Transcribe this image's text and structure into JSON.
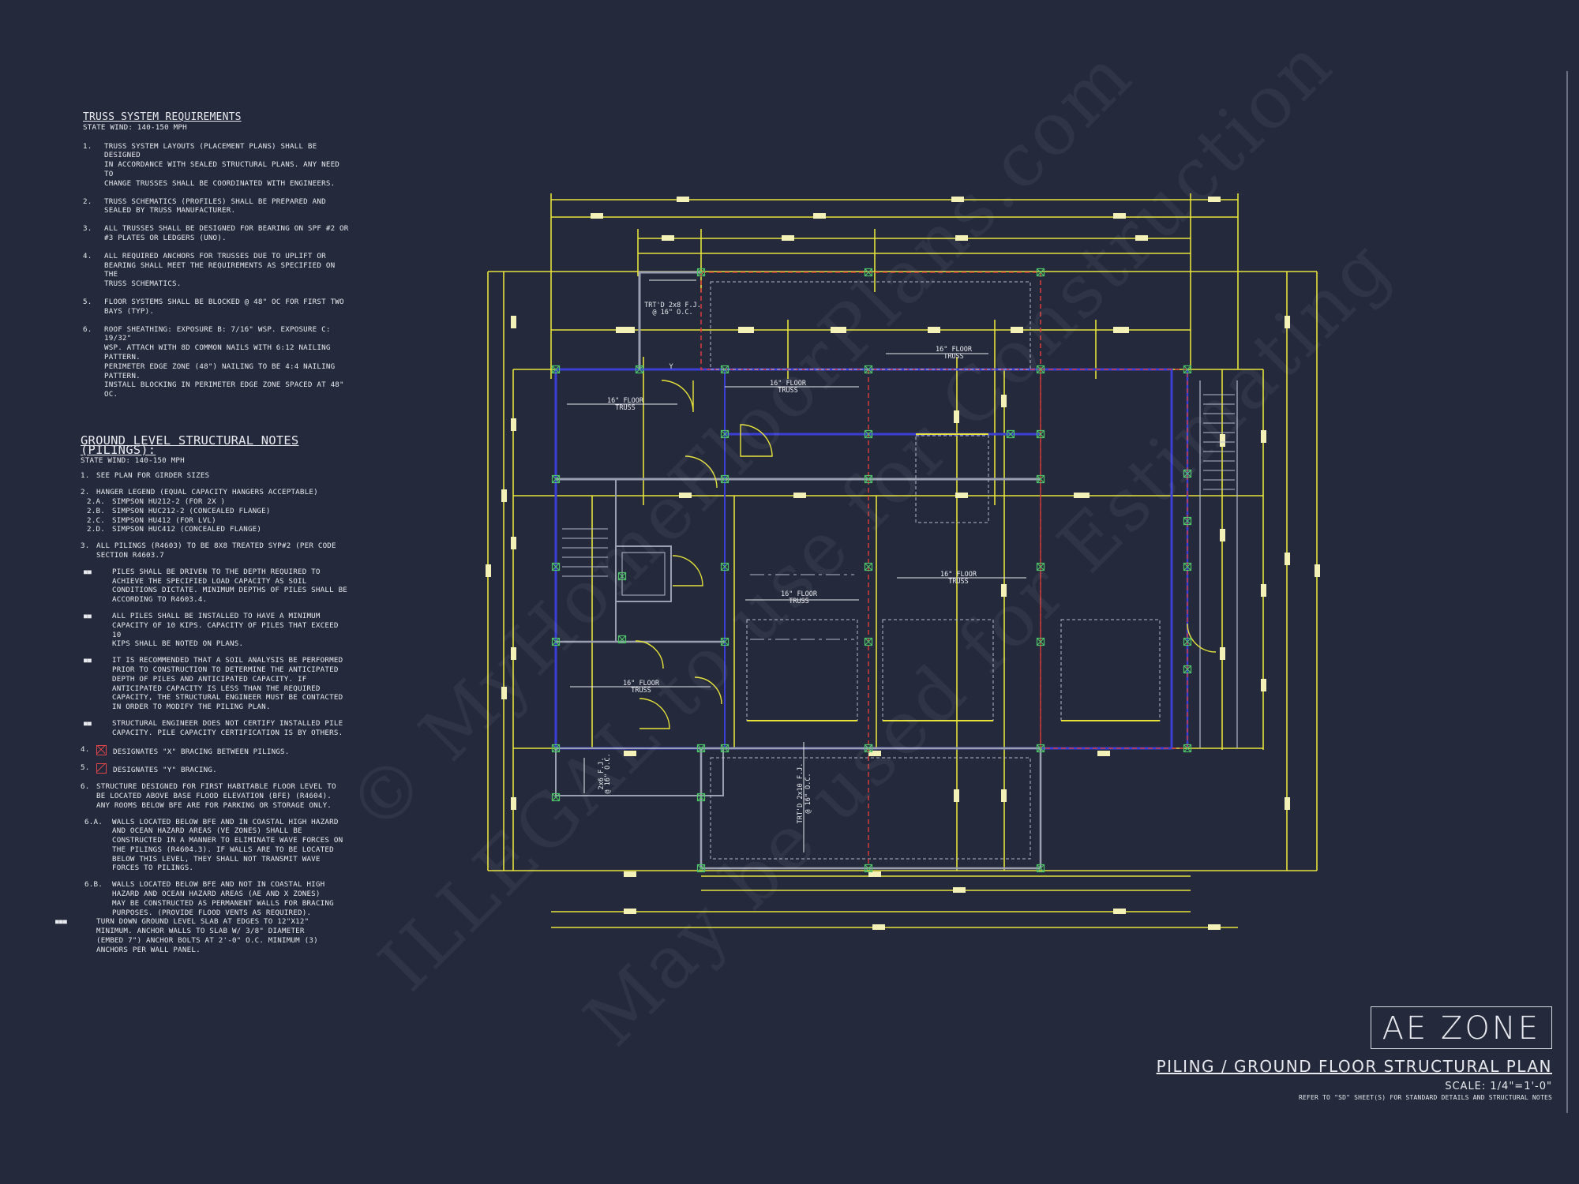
{
  "truss": {
    "title": "TRUSS SYSTEM REQUIREMENTS",
    "wind": "STATE Wind: 140-150 mph",
    "items": [
      {
        "num": "1.",
        "text": "TRUSS SYSTEM LAYOUTS (PLACEMENT PLANS) SHALL BE DESIGNED\nIN ACCORDANCE WITH SEALED STRUCTURAL PLANS. ANY NEED TO\nCHANGE TRUSSES SHALL BE COORDINATED WITH ENGINEERS."
      },
      {
        "num": "2.",
        "text": "TRUSS SCHEMATICS (PROFILES) SHALL BE PREPARED AND\nSEALED BY TRUSS MANUFACTURER."
      },
      {
        "num": "3.",
        "text": "ALL TRUSSES SHALL BE DESIGNED FOR BEARING ON SPF #2 OR\n#3 PLATES OR LEDGERS (UNO)."
      },
      {
        "num": "4.",
        "text": "ALL REQUIRED ANCHORS FOR TRUSSES DUE TO UPLIFT OR\nBEARING SHALL MEET THE REQUIREMENTS AS SPECIFIED ON THE\nTRUSS SCHEMATICS."
      },
      {
        "num": "5.",
        "text": "FLOOR SYSTEMS SHALL BE BLOCKED @ 48\" OC FOR FIRST TWO\nBAYS (TYP)."
      },
      {
        "num": "6.",
        "text": "ROOF SHEATHING: EXPOSURE B: 7/16\" WSP. EXPOSURE C: 19/32\"\nWSP. ATTACH WITH 8d COMMON NAILS WITH 6:12 NAILING PATTERN.\nPERIMETER EDGE ZONE (48\") NAILING TO BE 4:4 NAILING PATTERN.\nINSTALL BLOCKING IN PERIMETER EDGE ZONE SPACED AT 48\" OC."
      }
    ]
  },
  "ground": {
    "title": "GROUND LEVEL STRUCTURAL NOTES (PILINGS):",
    "wind": "STATE Wind: 140-150 mph",
    "n1": "SEE PLAN FOR GIRDER SIZES",
    "n2": "HANGER LEGEND (EQUAL CAPACITY HANGERS ACCEPTABLE)",
    "n2items": [
      {
        "num": "2.A.",
        "text": "SIMPSON HU212-2 (FOR 2X )"
      },
      {
        "num": "2.B.",
        "text": "SIMPSON HUC212-2 (CONCEALED FLANGE)"
      },
      {
        "num": "2.C.",
        "text": "SIMPSON HU412 (FOR LVL)"
      },
      {
        "num": "2.D.",
        "text": "SIMPSON HUC412 (CONCEALED FLANGE)"
      }
    ],
    "n3": "ALL PILINGS (R4603) TO BE 8X8 TREATED SYP#2 (PER CODE\nSECTION R4603.7",
    "bullets": [
      "PILES SHALL BE DRIVEN TO THE DEPTH REQUIRED TO\nACHIEVE THE SPECIFIED LOAD CAPACITY AS SOIL\nCONDITIONS DICTATE. MINIMUM DEPTHS OF PILES SHALL BE\nACCORDING TO R4603.4.",
      "ALL PILES SHALL BE INSTALLED TO HAVE A MINIMUM\nCAPACITY OF 10 KIPS. CAPACITY OF PILES THAT EXCEED 10\nKIPS SHALL BE NOTED ON PLANS.",
      "IT IS RECOMMENDED THAT A SOIL ANALYSIS BE PERFORMED\nPRIOR TO CONSTRUCTION TO DETERMINE THE ANTICIPATED\nDEPTH OF PILES AND ANTICIPATED CAPACITY. IF\nANTICIPATED CAPACITY IS LESS THAN THE REQUIRED\nCAPACITY, THE STRUCTURAL ENGINEER MUST BE CONTACTED\nIN ORDER TO MODIFY THE PILING PLAN.",
      "STRUCTURAL ENGINEER DOES NOT CERTIFY INSTALLED PILE\nCAPACITY. PILE CAPACITY CERTIFICATION IS BY OTHERS."
    ],
    "n4": "DESIGNATES \"X\" BRACING BETWEEN PILINGS.",
    "n5": "DESIGNATES \"Y\" BRACING.",
    "n6": "STRUCTURE DESIGNED FOR FIRST HABITABLE FLOOR LEVEL TO\nBE LOCATED ABOVE BASE FLOOD ELEVATION (BFE) (R4604).\nANY ROOMS BELOW BFE ARE FOR PARKING OR STORAGE ONLY.",
    "n6a": "WALLS LOCATED BELOW BFE AND IN COASTAL HIGH HAZARD\nAND OCEAN HAZARD AREAS (VE ZONES) SHALL BE\nCONSTRUCTED IN A MANNER TO ELIMINATE WAVE FORCES ON\nTHE PILINGS (R4604.3). IF WALLS ARE TO BE LOCATED\nBELOW THIS LEVEL, THEY SHALL NOT TRANSMIT WAVE\nFORCES TO PILINGS.",
    "n6b": "WALLS LOCATED BELOW BFE AND NOT IN COASTAL HIGH\nHAZARD AND OCEAN HAZARD AREAS (AE AND X ZONES)\nMAY BE CONSTRUCTED AS PERMANENT WALLS FOR BRACING\nPURPOSES. (PROVIDE FLOOD VENTS AS REQUIRED).",
    "n6b_sub": "TURN DOWN GROUND LEVEL SLAB AT EDGES TO 12\"x12\"\nMINIMUM. ANCHOR WALLS TO SLAB W/ 3/8\" DIAMETER\n(EMBED 7\") ANCHOR BOLTS AT 2'-0\" O.C. MINIMUM (3)\nANCHORS PER WALL PANEL."
  },
  "plan_labels": {
    "trtd_top": "TRT'D 2x8 F.J.",
    "trtd_top_oc": "@ 16\" O.C.",
    "floor_truss_1": "16\" FLOOR",
    "truss_word": "TRUSS",
    "trtd_left": "2x6 F.J.",
    "trtd_left_oc": "@ 16\" O.C.",
    "trtd_bottom": "TRT'D 2x10 F.J.",
    "trtd_bottom_oc": "@ 16\" O.C.",
    "y_mark": "Y"
  },
  "title_block": {
    "zone": "AE ZONE",
    "title": "PILING / GROUND FLOOR STRUCTURAL PLAN",
    "scale": "SCALE: 1/4\"=1'-0\"",
    "ref": "REFER TO \"SD\" SHEET(S) FOR STANDARD DETAILS AND STRUCTURAL NOTES"
  },
  "watermark": {
    "line1": "© MyHomeFloorPlans.com",
    "line2": "ILLEGAL to use for Construction",
    "line3": "May be used for Estimating"
  },
  "colors": {
    "background": "#242a3c",
    "dimension": "#e6e23a",
    "wall": "#3b3fd6",
    "beam_red": "#d43b3b",
    "pile": "#4fc36a",
    "text": "#e8e9ee"
  }
}
